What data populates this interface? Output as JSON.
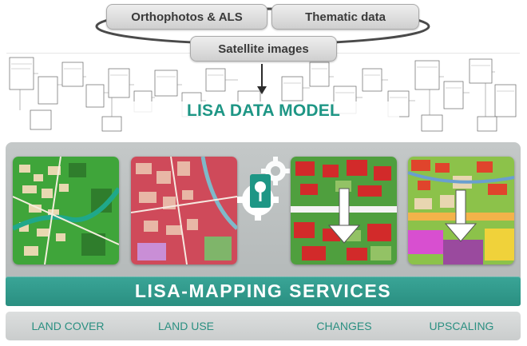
{
  "sources": {
    "ortho": "Orthophotos & ALS",
    "thematic": "Thematic data",
    "satellite": "Satellite images"
  },
  "model": {
    "title": "LISA DATA MODEL"
  },
  "services": {
    "title": "LISA-MAPPING SERVICES",
    "items": [
      {
        "label": "LAND COVER"
      },
      {
        "label": "LAND USE"
      },
      {
        "label": "CHANGES"
      },
      {
        "label": "UPSCALING"
      }
    ]
  },
  "colors": {
    "accent": "#2a8f81",
    "title_teal": "#1e9685",
    "panel": "#b9bebe",
    "source_box": "#dcdcdc"
  },
  "icons": {
    "flow_arrow": "down-arrow-icon",
    "processing": "gear-icon"
  }
}
